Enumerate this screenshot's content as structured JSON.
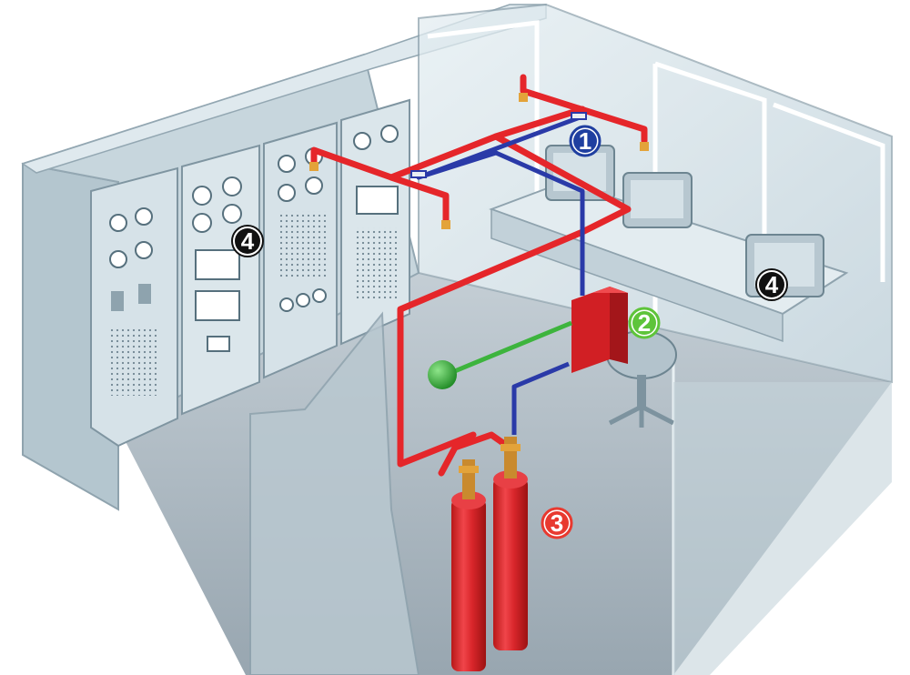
{
  "diagram": {
    "markers": [
      {
        "id": "1",
        "label": "1",
        "color": "#1f3fa0"
      },
      {
        "id": "2",
        "label": "2",
        "color": "#5ec43a"
      },
      {
        "id": "3",
        "label": "3",
        "color": "#e8392f"
      },
      {
        "id": "4a",
        "label": "4",
        "color": "#111111"
      },
      {
        "id": "4b",
        "label": "4",
        "color": "#111111"
      }
    ],
    "colors": {
      "pipe_red": "#e5262a",
      "wire_blue": "#2a3aa8",
      "wire_green": "#3db43d",
      "glass": "#c9dbe3",
      "wall_dark": "#9eb0bb",
      "floor": "#aeb9c1"
    }
  }
}
